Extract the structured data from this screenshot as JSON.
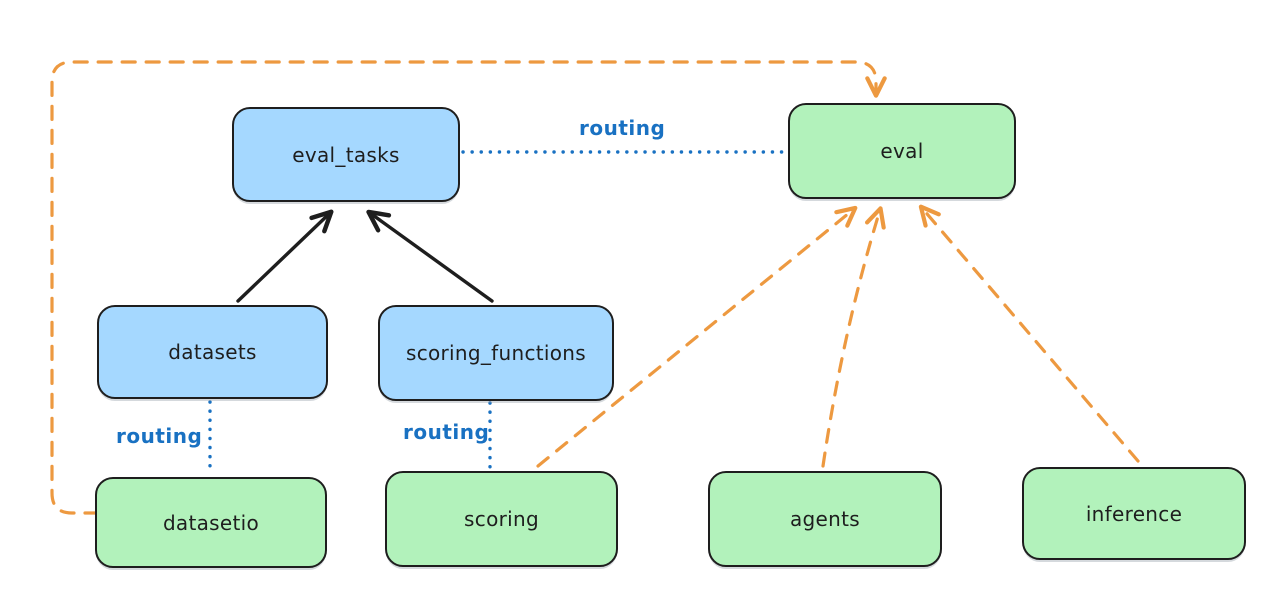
{
  "diagram": {
    "nodes": [
      {
        "id": "eval_tasks",
        "label": "eval_tasks",
        "kind": "registry",
        "fill": "#a5d8ff"
      },
      {
        "id": "eval",
        "label": "eval",
        "kind": "api",
        "fill": "#b2f2bb"
      },
      {
        "id": "datasets",
        "label": "datasets",
        "kind": "registry",
        "fill": "#a5d8ff"
      },
      {
        "id": "scoring_functions",
        "label": "scoring_functions",
        "kind": "registry",
        "fill": "#a5d8ff"
      },
      {
        "id": "datasetio",
        "label": "datasetio",
        "kind": "api",
        "fill": "#b2f2bb"
      },
      {
        "id": "scoring",
        "label": "scoring",
        "kind": "api",
        "fill": "#b2f2bb"
      },
      {
        "id": "agents",
        "label": "agents",
        "kind": "api",
        "fill": "#b2f2bb"
      },
      {
        "id": "inference",
        "label": "inference",
        "kind": "api",
        "fill": "#b2f2bb"
      }
    ],
    "edges": [
      {
        "from": "datasets",
        "to": "eval_tasks",
        "style": "solid",
        "color": "black"
      },
      {
        "from": "scoring_functions",
        "to": "eval_tasks",
        "style": "solid",
        "color": "black"
      },
      {
        "from": "eval_tasks",
        "to": "eval",
        "style": "dotted",
        "color": "blue",
        "label": "routing"
      },
      {
        "from": "datasets",
        "to": "datasetio",
        "style": "dotted",
        "color": "blue",
        "label": "routing"
      },
      {
        "from": "scoring_functions",
        "to": "scoring",
        "style": "dotted",
        "color": "blue",
        "label": "routing"
      },
      {
        "from": "datasetio",
        "to": "eval",
        "style": "dashed",
        "color": "orange"
      },
      {
        "from": "scoring",
        "to": "eval",
        "style": "dashed",
        "color": "orange"
      },
      {
        "from": "agents",
        "to": "eval",
        "style": "dashed",
        "color": "orange"
      },
      {
        "from": "inference",
        "to": "eval",
        "style": "dashed",
        "color": "orange"
      }
    ],
    "colors": {
      "registry_fill": "#a5d8ff",
      "api_fill": "#b2f2bb",
      "stroke": "#1e1e1e",
      "routing_blue": "#1971c2",
      "provider_orange": "#ed9940",
      "background": "#ffffff"
    }
  }
}
